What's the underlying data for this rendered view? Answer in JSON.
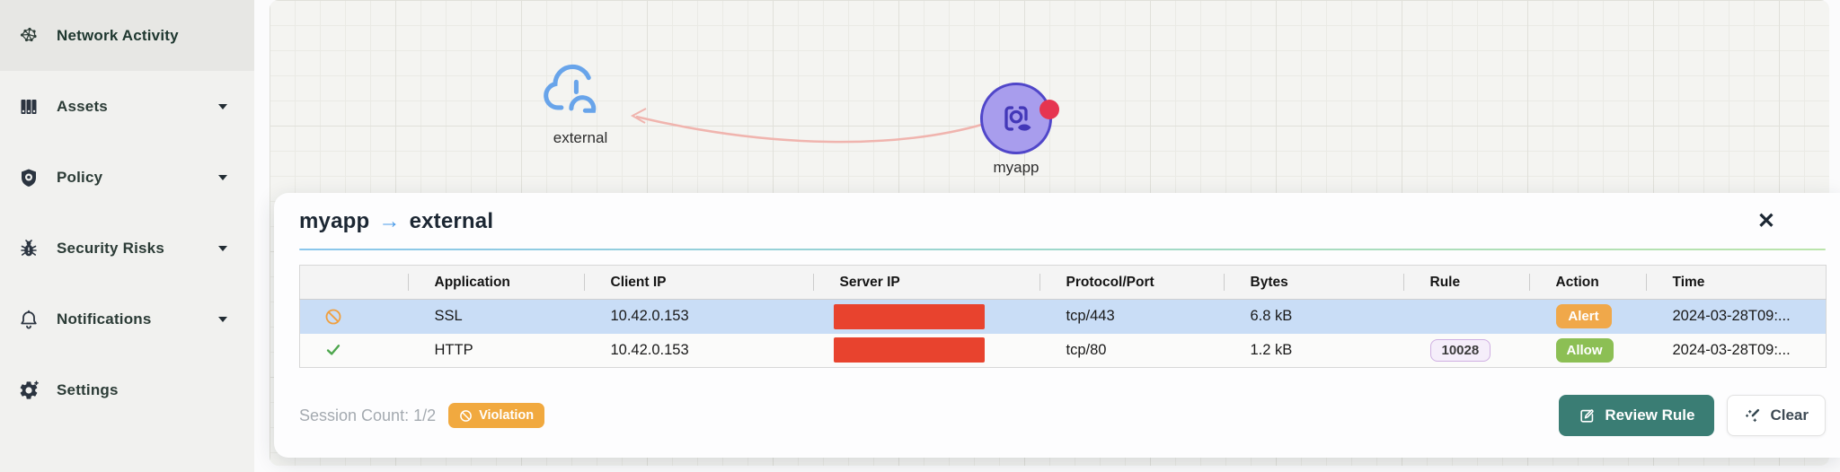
{
  "sidebar": {
    "items": [
      {
        "label": "Network Activity",
        "icon": "network-brain-icon",
        "active": true,
        "chevron": false
      },
      {
        "label": "Assets",
        "icon": "assets-icon",
        "active": false,
        "chevron": true
      },
      {
        "label": "Policy",
        "icon": "policy-shield-icon",
        "active": false,
        "chevron": true
      },
      {
        "label": "Security Risks",
        "icon": "bug-icon",
        "active": false,
        "chevron": true
      },
      {
        "label": "Notifications",
        "icon": "bell-icon",
        "active": false,
        "chevron": true
      },
      {
        "label": "Settings",
        "icon": "gear-icon",
        "active": false,
        "chevron": false
      }
    ]
  },
  "graph": {
    "nodes": [
      {
        "id": "external",
        "label": "external",
        "type": "cloud"
      },
      {
        "id": "myapp",
        "label": "myapp",
        "type": "app",
        "alert_dot": true
      }
    ],
    "edge": {
      "from": "myapp",
      "to": "external"
    }
  },
  "panel": {
    "title": {
      "source": "myapp",
      "arrow": "→",
      "target": "external"
    },
    "close_label": "✕",
    "table": {
      "headers": [
        "",
        "Application",
        "Client IP",
        "Server IP",
        "Protocol/Port",
        "Bytes",
        "Rule",
        "Action",
        "Time"
      ],
      "rows": [
        {
          "status": "blocked",
          "application": "SSL",
          "client_ip": "10.42.0.153",
          "server_ip_redacted": true,
          "protocol_port": "tcp/443",
          "bytes": "6.8 kB",
          "rule": "",
          "action": "Alert",
          "time": "2024-03-28T09:...",
          "selected": true
        },
        {
          "status": "allowed",
          "application": "HTTP",
          "client_ip": "10.42.0.153",
          "server_ip_redacted": true,
          "protocol_port": "tcp/80",
          "bytes": "1.2 kB",
          "rule": "10028",
          "action": "Allow",
          "time": "2024-03-28T09:...",
          "selected": false
        }
      ]
    },
    "footer": {
      "session_count_label": "Session Count: 1/2",
      "violation_label": "Violation",
      "review_rule_label": "Review Rule",
      "clear_label": "Clear"
    }
  },
  "colors": {
    "accent_teal": "#3a7d74",
    "row_selected": "#c9ddf6",
    "alert_orange": "#f0a84a",
    "allow_green": "#8cbf54",
    "violation_orange": "#f1a93f",
    "redacted_red": "#e8432e",
    "node_purple_fill": "#a89ded",
    "node_purple_border": "#5046c9",
    "alert_dot_red": "#e63550",
    "cloud_blue": "#68a4ea",
    "edge_pink": "#f0b4ae",
    "title_arrow_blue": "#4a9be8",
    "rule_badge_bg": "#f5eefa",
    "rule_badge_border": "#cfafe2"
  }
}
